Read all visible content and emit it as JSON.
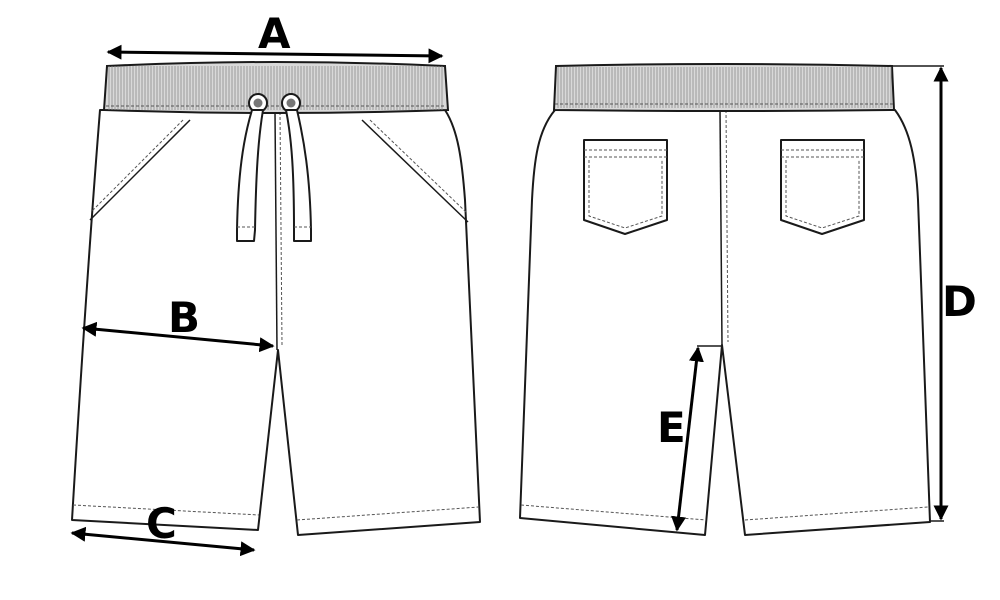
{
  "labels": {
    "a": "A",
    "b": "B",
    "c": "C",
    "d": "D",
    "e": "E"
  },
  "colors": {
    "line": "#1a1a1a",
    "waistband": "#d9d9d9",
    "arrow": "#000000"
  }
}
